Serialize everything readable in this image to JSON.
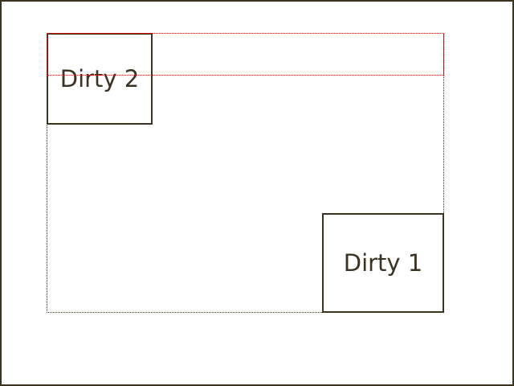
{
  "diagram": {
    "regions": [
      {
        "id": "dirty-1",
        "label": "Dirty 1"
      },
      {
        "id": "dirty-2",
        "label": "Dirty 2"
      }
    ],
    "colors": {
      "stroke": "#3b3220",
      "highlight": "#e02020",
      "background": "#ffffff"
    }
  }
}
